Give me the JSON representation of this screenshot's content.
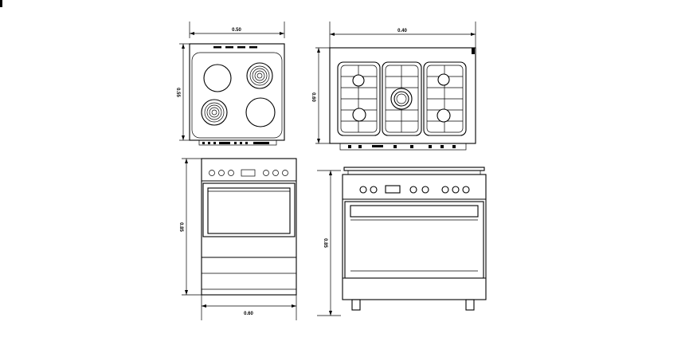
{
  "dimensions": {
    "top_width_small": "0.50",
    "top_depth_small": "0.55",
    "top_width_large": "0.40",
    "top_depth_large": "0.60",
    "front_height_small": "0.85",
    "front_width_small": "0.60",
    "front_height_large": "0.85"
  },
  "colors": {
    "line": "#000000",
    "background": "#ffffff"
  }
}
